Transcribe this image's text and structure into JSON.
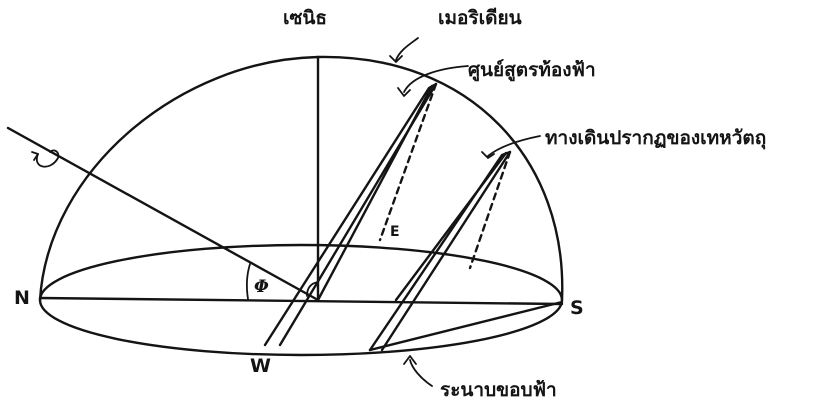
{
  "labels": {
    "zenith": "เซนิธ",
    "meridian": "เมอริเดียน",
    "celestial_equator": "ศูนย์สูตรท้องฟ้า",
    "star_path": "ทางเดินปรากฏของเทหวัตถุ",
    "horizon_plane": "ระนาบขอบฟ้า",
    "north": "N",
    "south": "S",
    "west": "W",
    "east": "E",
    "phi": "Φ"
  },
  "colors": {
    "ink": "#141414",
    "background": "#ffffff"
  },
  "icons": [
    "rotation-arrow-icon",
    "pointer-arrow-icon"
  ]
}
